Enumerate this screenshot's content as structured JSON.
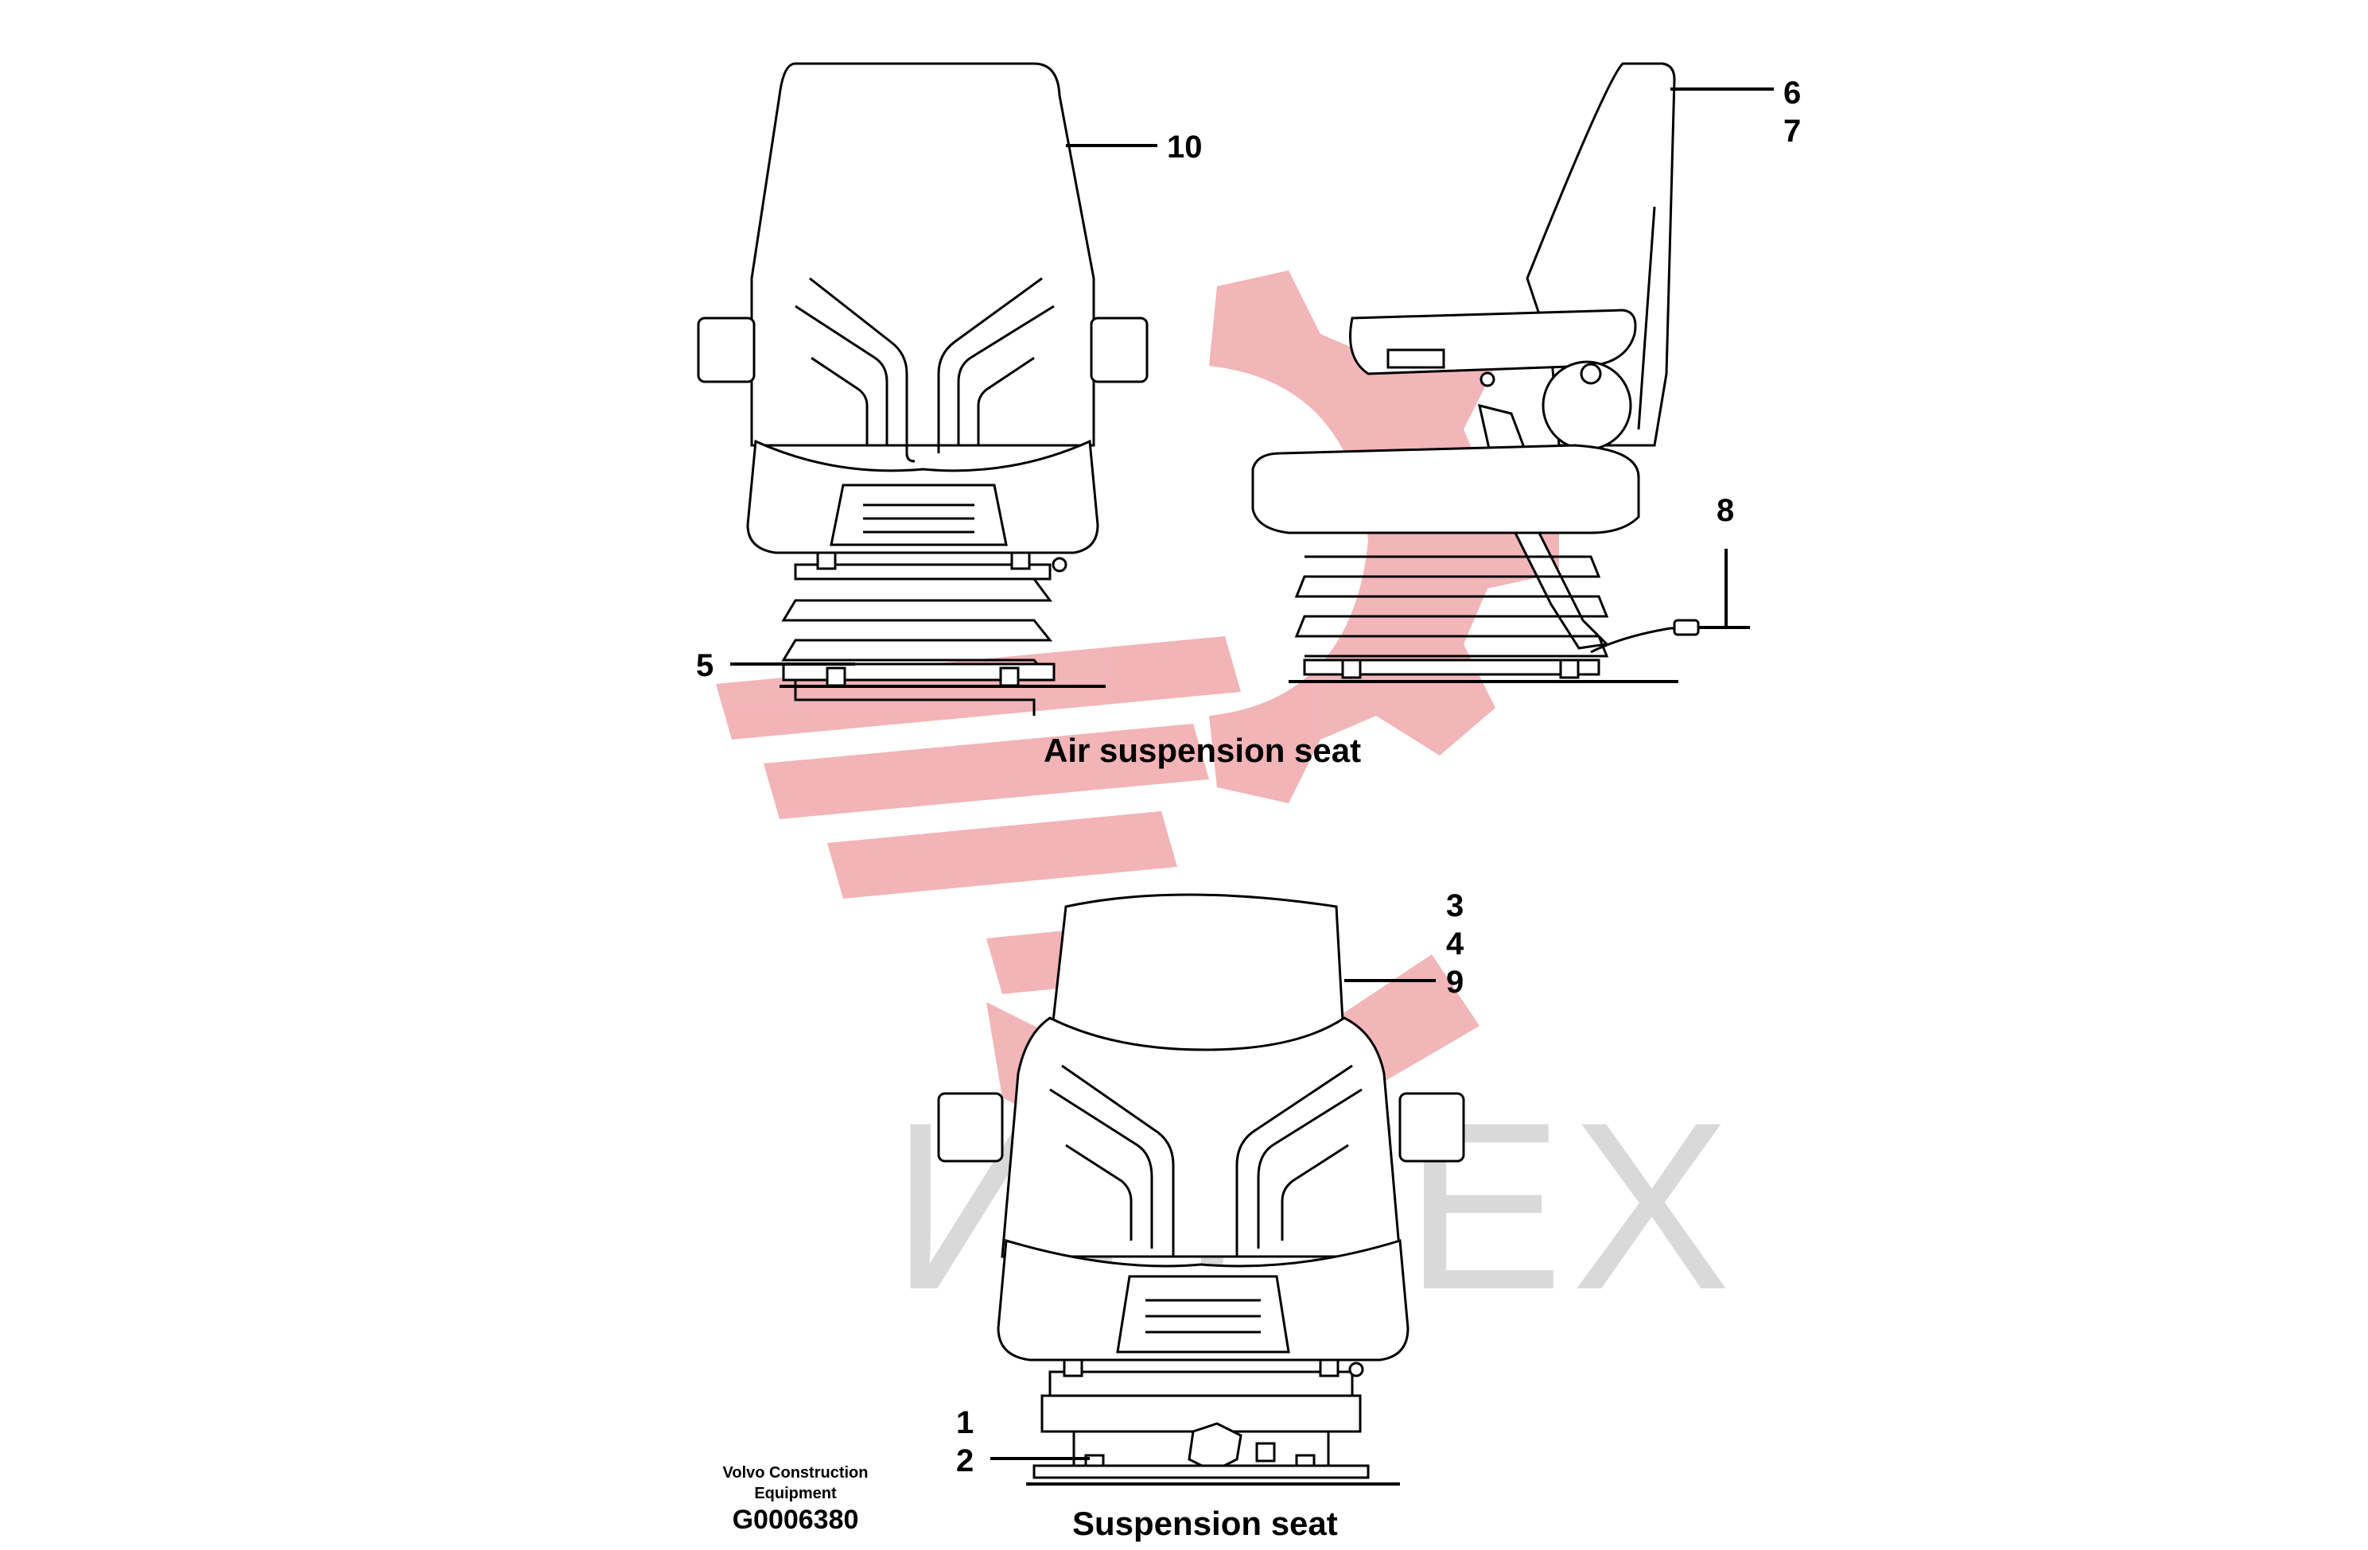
{
  "callouts": {
    "c10": "10",
    "c6": "6",
    "c7": "7",
    "c8": "8",
    "c5": "5",
    "c3": "3",
    "c4": "4",
    "c9": "9",
    "c1": "1",
    "c2": "2"
  },
  "captions": {
    "air": "Air suspension seat",
    "suspension": "Suspension seat"
  },
  "footer": {
    "company_line1": "Volvo Construction",
    "company_line2": "Equipment",
    "code": "G0006380"
  },
  "watermark": {
    "text": "ИНТЕХ",
    "color": "#f0a8ab"
  }
}
